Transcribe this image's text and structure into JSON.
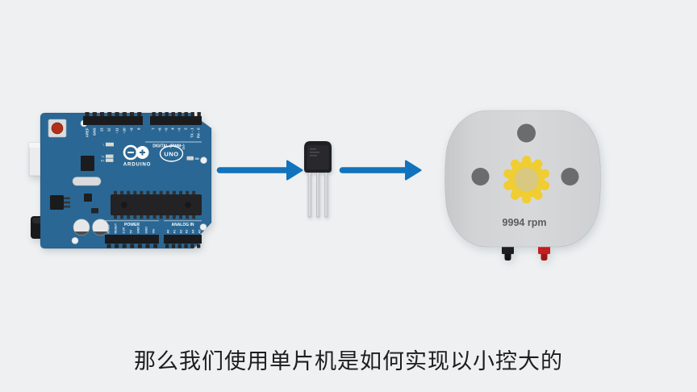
{
  "scene": {
    "caption": "那么我们使用单片机是如何实现以小控大的"
  },
  "colors": {
    "background": "#eef0f1",
    "board-blue": "#2a6794",
    "arrow-blue": "#1173bd",
    "motor-gray": "#d2d3d5",
    "motor-dot": "#6b6c6e",
    "gear-yellow": "#f0cd31",
    "gear-hub": "#d9c87f",
    "terminal-red": "#c41e1e",
    "terminal-black": "#1e1e20"
  },
  "arduino": {
    "brand": "ARDUINO",
    "model": "UNO",
    "digital_label": "DIGITAL (PWM~)",
    "power_label": "POWER",
    "analog_label": "ANALOG IN",
    "on_label": "ON",
    "leds": {
      "l": "L",
      "tx": "TX",
      "rx": "RX"
    },
    "pins": {
      "digital_left": [
        "AREF",
        "GND",
        "13",
        "12",
        "~11",
        "~10",
        "~9",
        "8"
      ],
      "digital_right": [
        "7",
        "~6",
        "~5",
        "4",
        "~3",
        "2",
        "TX→1",
        "RX←0"
      ],
      "power": [
        "IOREF",
        "RESET",
        "3.3V",
        "5V",
        "GND",
        "GND",
        "Vin"
      ],
      "analog": [
        "A0",
        "A1",
        "A2",
        "A3",
        "A4",
        "A5"
      ]
    }
  },
  "motor": {
    "rpm_label": "9994 rpm"
  }
}
